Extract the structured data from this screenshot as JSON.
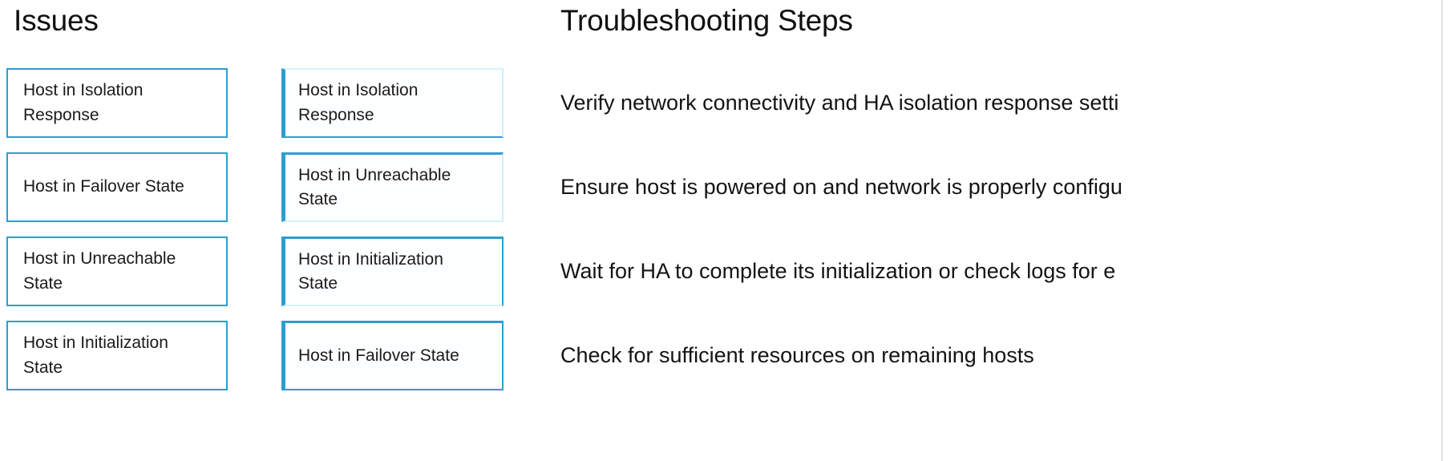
{
  "headings": {
    "issues": "Issues",
    "troubleshooting": "Troubleshooting Steps"
  },
  "colors": {
    "accent": "#2b9fd0",
    "accent_faint": "#d4f2fb",
    "text": "#1a1a1a",
    "background": "#ffffff",
    "edge_rule": "#c9c9c9"
  },
  "issues_column_left": [
    {
      "label": "Host in Isolation\nResponse"
    },
    {
      "label": "Host in Failover State"
    },
    {
      "label": "Host in Unreachable\nState"
    },
    {
      "label": "Host in Initialization\nState"
    }
  ],
  "issues_column_right": [
    {
      "label": "Host in Isolation\nResponse"
    },
    {
      "label": "Host in Unreachable\nState"
    },
    {
      "label": "Host in Initialization\nState"
    },
    {
      "label": "Host in Failover State"
    }
  ],
  "troubleshooting_steps": [
    {
      "text": "Verify network connectivity and HA isolation response setti"
    },
    {
      "text": "Ensure host is powered on and network is properly configu"
    },
    {
      "text": "Wait for HA to complete its initialization or check logs for e"
    },
    {
      "text": "Check for sufficient resources on remaining hosts"
    }
  ]
}
